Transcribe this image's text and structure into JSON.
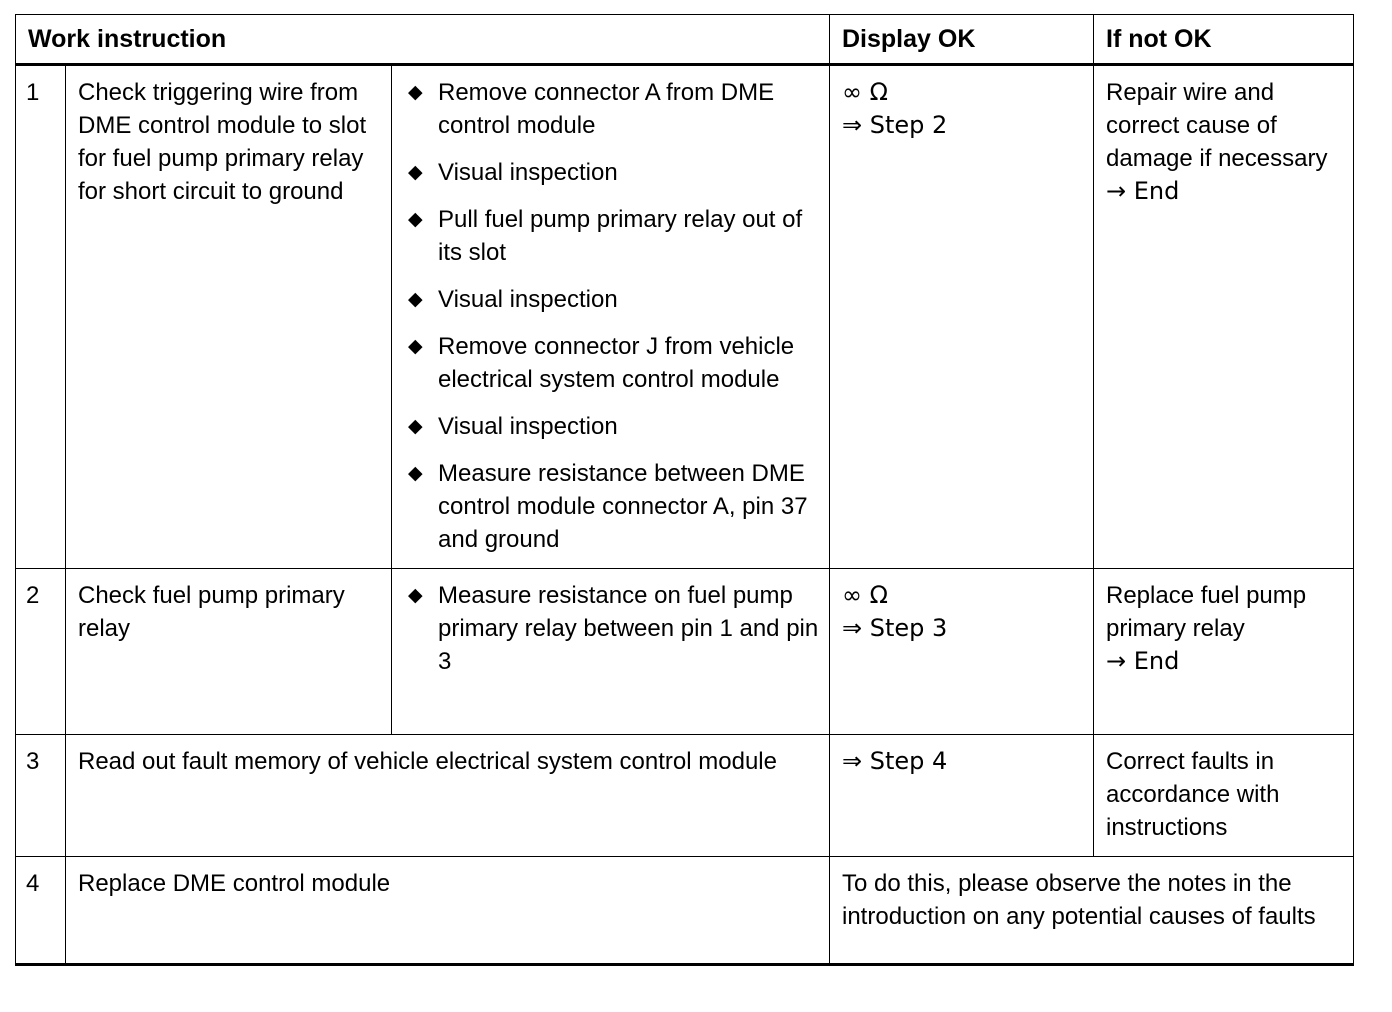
{
  "document": {
    "type": "diagnostic-work-instruction-table",
    "headers": {
      "work_instruction": "Work instruction",
      "display_ok": "Display OK",
      "if_not_ok": "If not OK"
    },
    "rows": [
      {
        "number": "1",
        "instruction": "Check triggering wire from DME control module to slot for fuel pump primary relay for short circuit to ground",
        "bullets": [
          "Remove connector A from DME control module",
          "Visual inspection",
          "Pull fuel pump primary relay out of its slot",
          "Visual inspection",
          "Remove connector J from vehicle electrical system control module",
          "Visual inspection",
          "Measure resistance between DME control module connector A, pin 37 and ground"
        ],
        "display_ok_line1": "∞ Ω",
        "display_ok_line2": "⇒ Step 2",
        "if_not_ok_line1": "Repair wire and correct cause of damage if necessary",
        "if_not_ok_line2": "→ End"
      },
      {
        "number": "2",
        "instruction": "Check fuel pump primary relay",
        "bullets": [
          "Measure resistance on fuel pump primary relay between pin 1 and pin 3"
        ],
        "display_ok_line1": "∞ Ω",
        "display_ok_line2": "⇒ Step 3",
        "if_not_ok_line1": "Replace fuel pump primary relay",
        "if_not_ok_line2": "→ End"
      },
      {
        "number": "3",
        "instruction": "Read out fault memory of vehicle electrical system control module",
        "bullets": [],
        "display_ok_line1": "⇒ Step 4",
        "display_ok_line2": "",
        "if_not_ok_line1": "Correct faults in accordance with instructions",
        "if_not_ok_line2": ""
      },
      {
        "number": "4",
        "instruction": "Replace DME control module",
        "bullets": [],
        "note": "To do this, please observe the notes in the introduction on any potential causes of faults"
      }
    ],
    "icons": {
      "bullet": "♦"
    },
    "colors": {
      "text": "#000000",
      "border": "#000000",
      "background": "#ffffff"
    }
  }
}
